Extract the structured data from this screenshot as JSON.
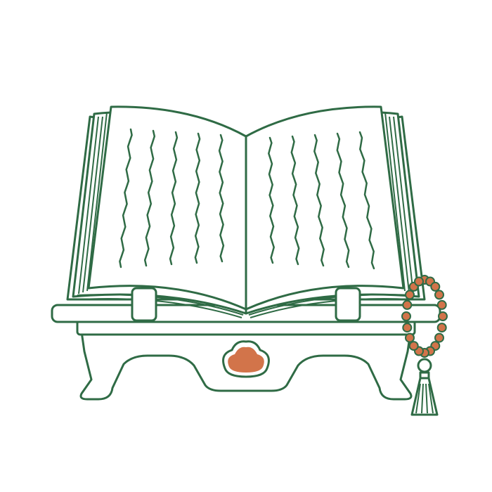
{
  "illustration": {
    "subject": "open-book-on-stand-with-prayer-beads",
    "colors": {
      "stroke": "#2f6b45",
      "accent": "#d2744a",
      "background": "#ffffff"
    },
    "text_line_count_per_page": 5,
    "bead_count": 20
  }
}
